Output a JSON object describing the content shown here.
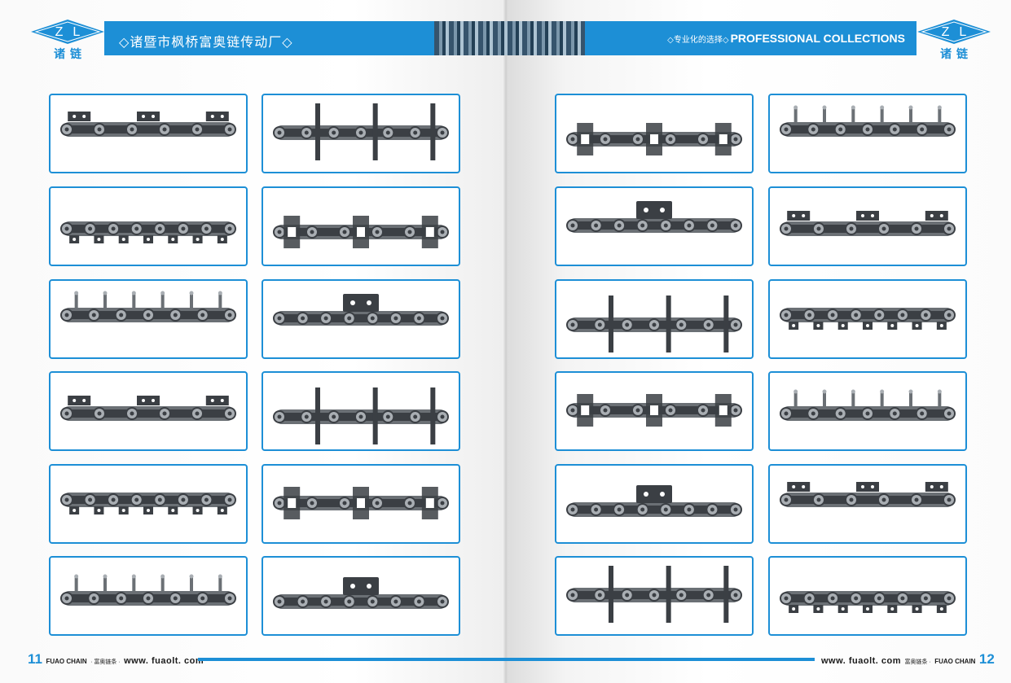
{
  "header": {
    "left_title": "◇诸暨市枫桥富奥链传动厂◇",
    "right_slogan_prefix": "◇专业化的选择◇",
    "right_slogan": "PROFESSIONAL  COLLECTIONS",
    "logo_letters": "ZL",
    "logo_cn": "诸链",
    "brand_color": "#1d8fd6"
  },
  "footer": {
    "left_page": "11",
    "left_brand": "FUAO CHAIN",
    "left_cn": "· 富奥链条 ·",
    "left_url": "www. fuaolt. com",
    "right_url": "www. fuaolt. com",
    "right_cn": "富奥链条 ·",
    "right_brand": "FUAO CHAIN",
    "right_page": "12"
  },
  "products": {
    "left": [
      "roller-chain-k-attachment",
      "roller-chain-vertical-plates",
      "chain-bent-tabs",
      "chain-bronze-k-plates",
      "chain-square-tabs",
      "chain-small-tabs",
      "chain-extended-pins",
      "chain-rollers-bracket",
      "chain-hinge-bracket",
      "chain-white-rollers",
      "chain-side-rollers",
      "chain-flat-plates"
    ],
    "right": [
      "chain-tabs-row",
      "chain-k-straight",
      "chain-wide-plates",
      "roller-chain-plain",
      "chain-wa-attachment",
      "chain-single-bracket",
      "chain-sa-attachment",
      "chain-k-double",
      "chain-coiled-small",
      "chain-conveyor-heavy",
      "chain-attachment-sets",
      "chain-connecting-links"
    ]
  }
}
